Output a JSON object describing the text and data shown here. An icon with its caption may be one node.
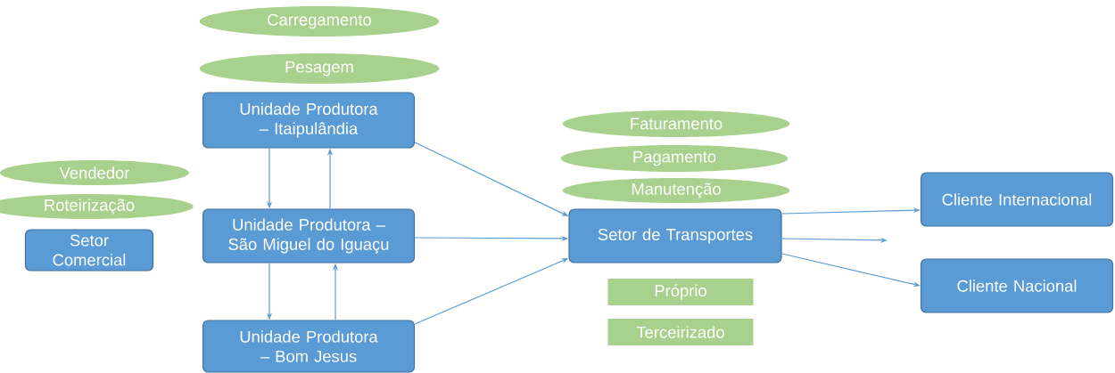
{
  "diagram": {
    "nodes": [
      {
        "text": [
          "Carregamento"
        ]
      },
      {
        "text": [
          "Pesagem"
        ]
      },
      {
        "text": [
          "Unidade Produtora – Itaipulândia"
        ]
      },
      {
        "text": [
          "Vendedor"
        ]
      },
      {
        "text": [
          "Roteirização"
        ]
      },
      {
        "text": [
          "Setor Comercial"
        ]
      },
      {
        "text": [
          "Unidade Produtora – São Miguel do Iguaçu"
        ]
      },
      {
        "text": [
          "Unidade Produtora – Bom Jesus"
        ]
      },
      {
        "text": [
          "Faturamento"
        ]
      },
      {
        "text": [
          "Pagamento"
        ]
      },
      {
        "text": [
          "Manutenção"
        ]
      },
      {
        "text": [
          "Setor de Transportes"
        ]
      },
      {
        "text": [
          "Próprio"
        ]
      },
      {
        "text": [
          "Terceirizado"
        ]
      },
      {
        "text": [
          "Cliente Internacional"
        ]
      },
      {
        "text": [
          "Cliente Nacional"
        ]
      }
    ],
    "edges": [
      {
        "from": 2,
        "to": 6,
        "arrow": "to"
      },
      {
        "from": 6,
        "to": 2,
        "arrow": "to"
      },
      {
        "from": 6,
        "to": 7,
        "arrow": "to"
      },
      {
        "from": 7,
        "to": 6,
        "arrow": "to"
      },
      {
        "from": 2,
        "to": 11,
        "arrow": "to"
      },
      {
        "from": 6,
        "to": 11,
        "arrow": "to"
      },
      {
        "from": 7,
        "to": 11,
        "arrow": "to"
      },
      {
        "from": 11,
        "to": 14,
        "arrow": "to"
      },
      {
        "from": 11,
        "to": null,
        "arrow": "to"
      },
      {
        "from": 11,
        "to": 15,
        "arrow": "to"
      }
    ]
  }
}
